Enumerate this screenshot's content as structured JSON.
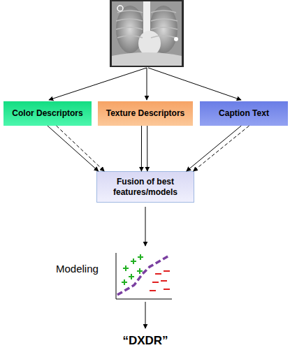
{
  "diagram": {
    "nodes": [
      {
        "text": [
          "Color Descriptors"
        ]
      },
      {
        "text": [
          "Texture Descriptors"
        ]
      },
      {
        "text": [
          "Caption Text"
        ]
      },
      {
        "text": [
          "Fusion of best features/models"
        ]
      }
    ],
    "edges": [
      {
        "from": 0,
        "to": 3,
        "arrow": "to"
      },
      {
        "from": 0,
        "to": 3,
        "arrow": "to"
      },
      {
        "from": 1,
        "to": 3,
        "arrow": "to"
      },
      {
        "from": 1,
        "to": 3,
        "arrow": "to"
      },
      {
        "from": 2,
        "to": 3,
        "arrow": "to"
      },
      {
        "from": 2,
        "to": 3,
        "arrow": "to"
      }
    ],
    "labels": [
      "Modeling",
      "“DXDR”"
    ]
  }
}
